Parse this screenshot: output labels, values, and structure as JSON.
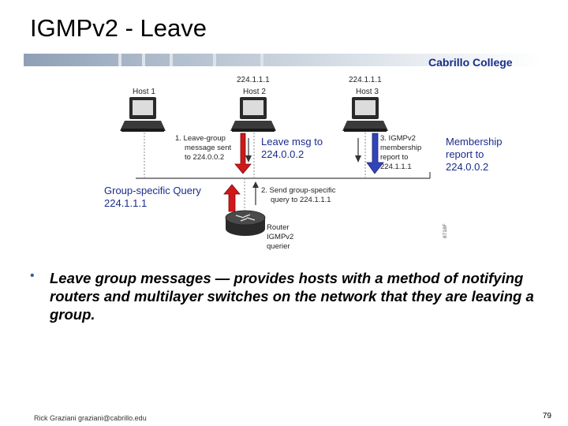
{
  "slide": {
    "title": "IGMPv2 - Leave",
    "college": "Cabrillo College",
    "bullet_symbol": "•",
    "bullet_text": "Leave group messages — provides hosts with a method of notifying routers and multilayer switches on the network that they are leaving a group.",
    "footer": "Rick Graziani  graziani@cabrillo.edu",
    "page_number": "79"
  },
  "notes": {
    "leave_line1": "Leave msg to",
    "leave_line2": "224.0.0.2",
    "report_line1": "Membership",
    "report_line2": "report to",
    "report_line3": "224.0.0.2",
    "query_line1": "Group-specific Query",
    "query_line2": "224.1.1.1"
  },
  "diagram": {
    "host1": "Host 1",
    "host2_addr": "224.1.1.1",
    "host2": "Host 2",
    "host3_addr": "224.1.1.1",
    "host3": "Host 3",
    "step1_l1": "1. Leave-group",
    "step1_l2": "message sent",
    "step1_l3": "to 224.0.0.2",
    "step3_l1": "3. IGMPv2",
    "step3_l2": "membership",
    "step3_l3": "report to",
    "step3_l4": "224.1.1.1",
    "step2_l1": "2. Send group-specific",
    "step2_l2": "query to 224.1.1.1",
    "router_l1": "Router",
    "router_l2": "IGMPv2",
    "router_l3": "querier",
    "figure_id": "8718F"
  },
  "colors": {
    "title_text": "#000000",
    "college_blue": "#1a2f8a",
    "note_blue": "#1a2c8c",
    "arrow_red": "#d01818",
    "arrow_blue": "#2233aa"
  }
}
